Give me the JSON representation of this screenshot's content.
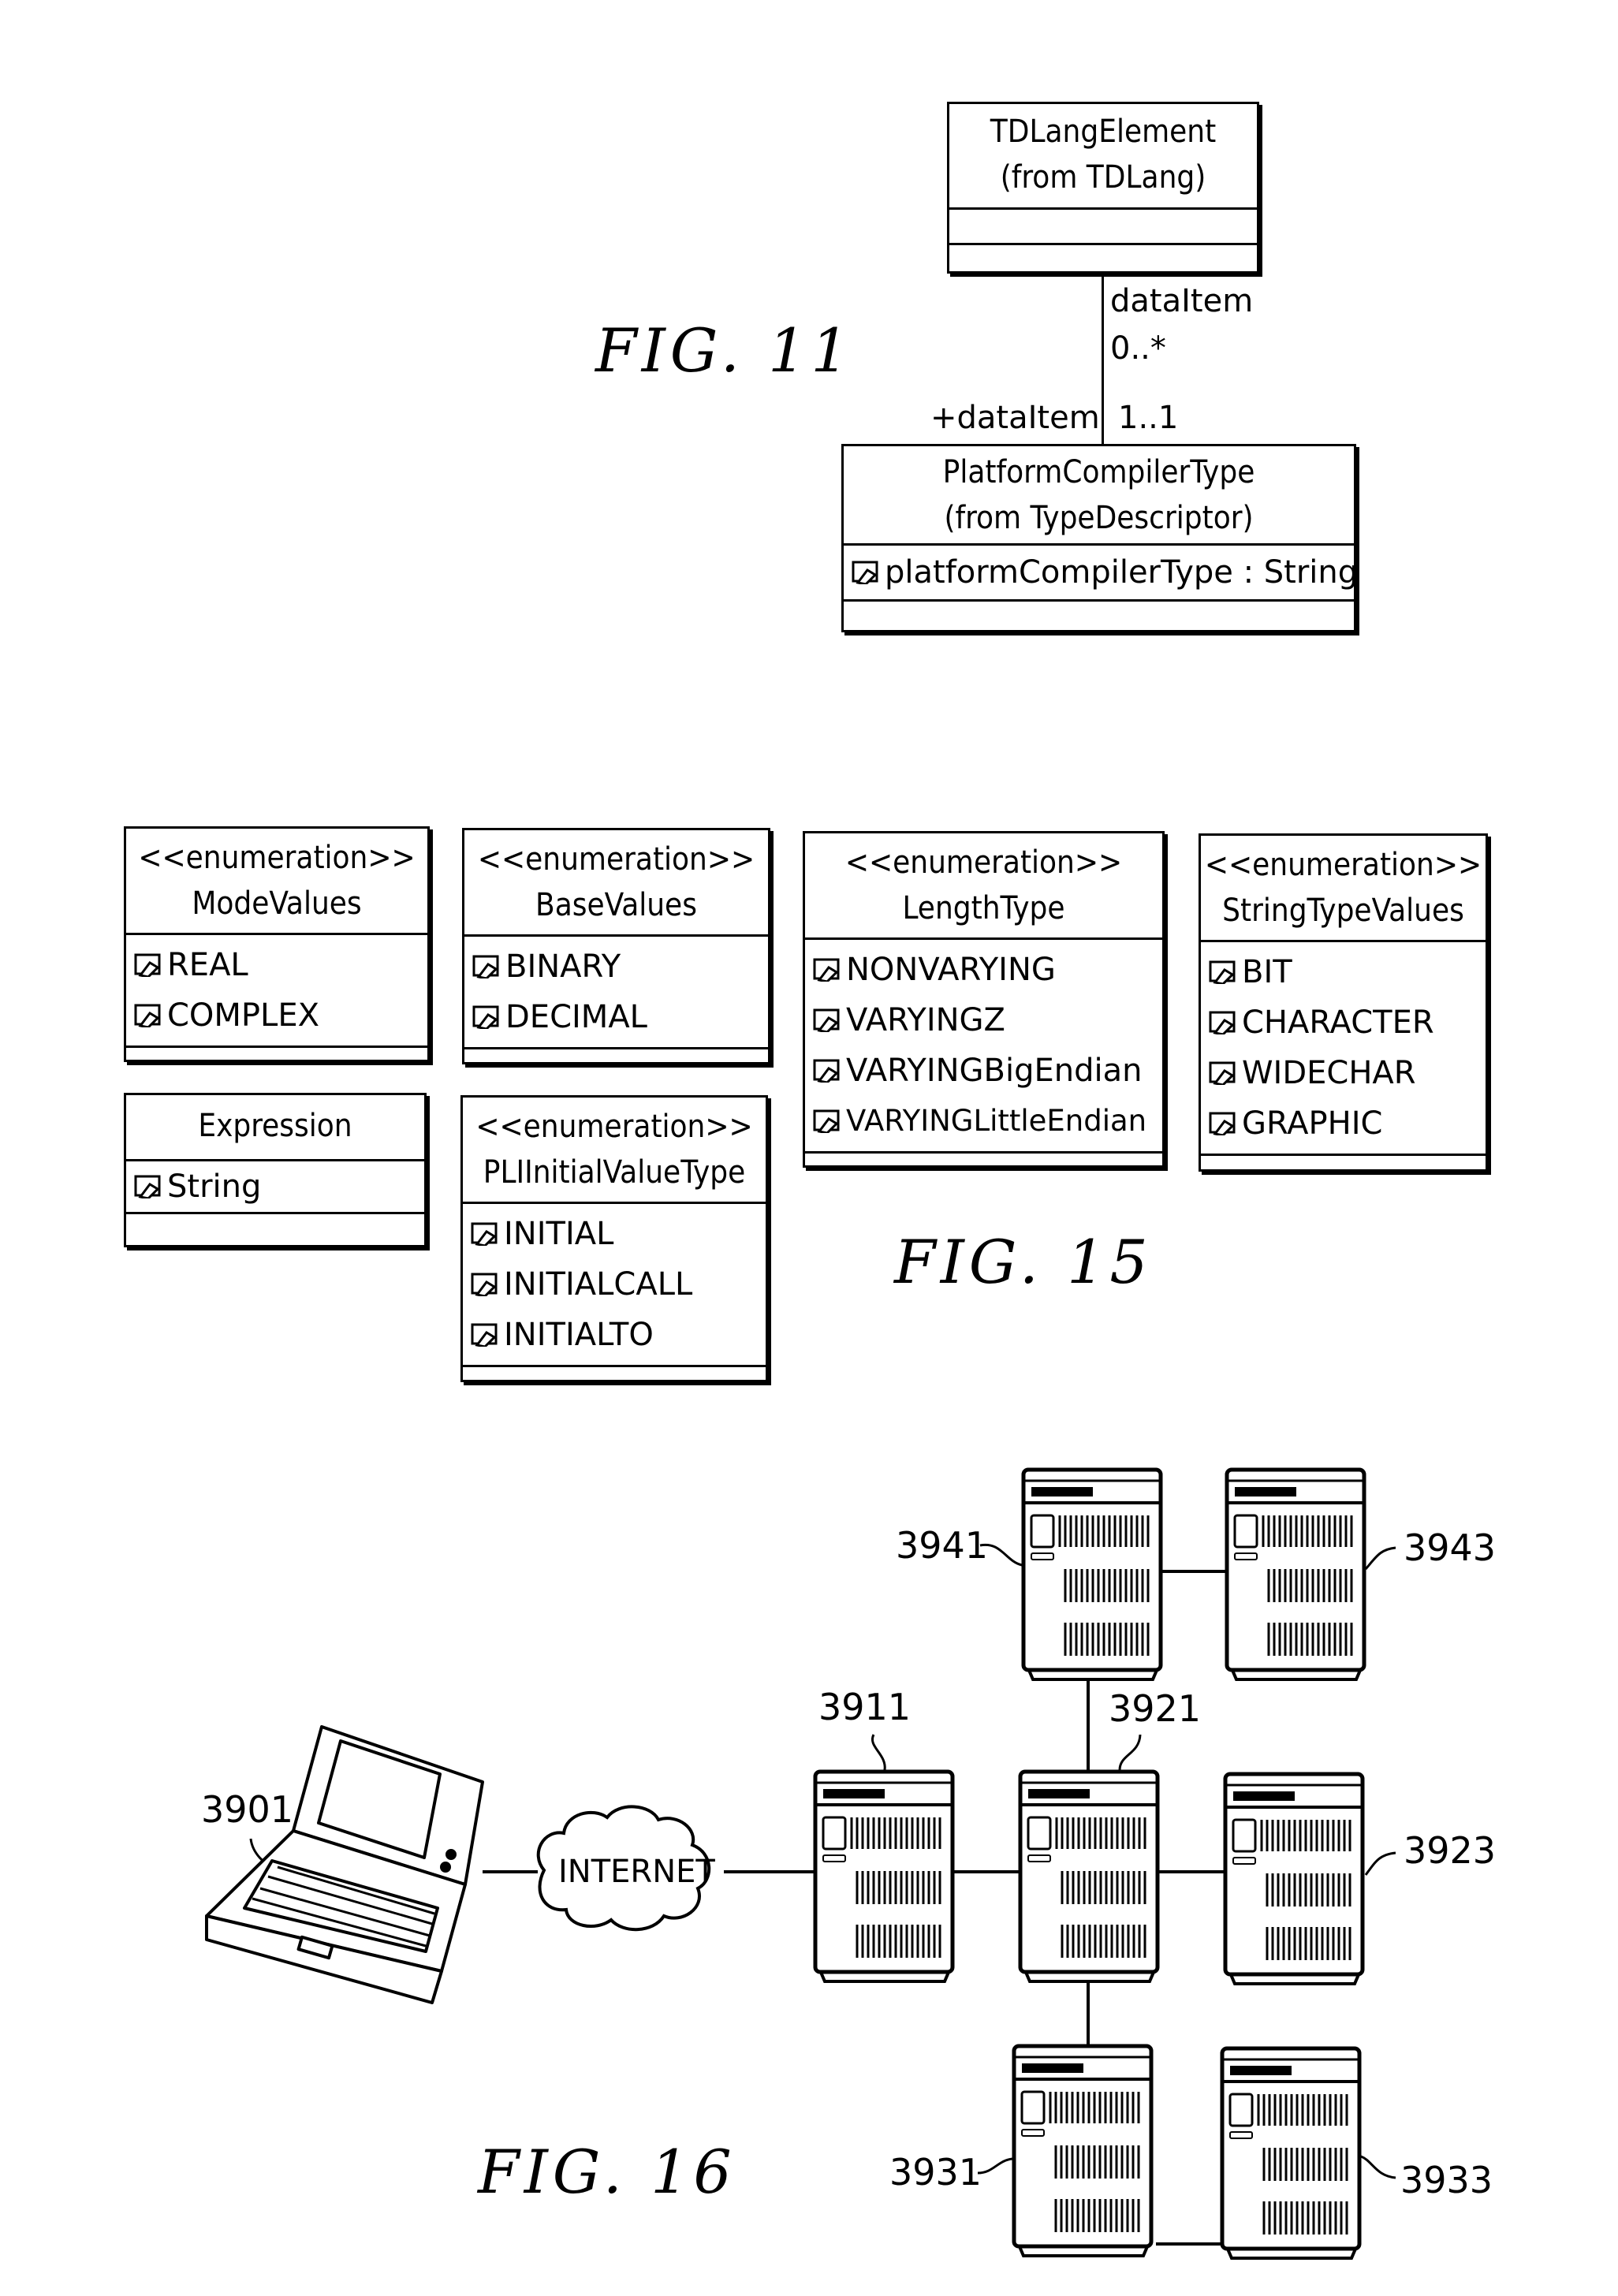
{
  "fig11": {
    "caption": "FIG. 11",
    "top_class": {
      "name": "TDLangElement",
      "package": "(from TDLang)"
    },
    "bottom_class": {
      "name": "PlatformCompilerType",
      "package": "(from TypeDescriptor)",
      "attributes": [
        "platformCompilerType : String"
      ]
    },
    "association": {
      "top_role": "dataItem",
      "top_multiplicity": "0..*",
      "bottom_role": "+dataItem",
      "bottom_multiplicity": "1..1"
    }
  },
  "fig15": {
    "caption": "FIG. 15",
    "classes": [
      {
        "stereotype": "<<enumeration>>",
        "name": "ModeValues",
        "attributes": [
          "REAL",
          "COMPLEX"
        ]
      },
      {
        "stereotype": "<<enumeration>>",
        "name": "BaseValues",
        "attributes": [
          "BINARY",
          "DECIMAL"
        ]
      },
      {
        "stereotype": "<<enumeration>>",
        "name": "LengthType",
        "attributes": [
          "NONVARYING",
          "VARYINGZ",
          "VARYINGBigEndian",
          "VARYINGLittleEndian"
        ]
      },
      {
        "stereotype": "<<enumeration>>",
        "name": "StringTypeValues",
        "attributes": [
          "BIT",
          "CHARACTER",
          "WIDECHAR",
          "GRAPHIC"
        ]
      },
      {
        "stereotype": "",
        "name": "Expression",
        "attributes": [
          "String"
        ]
      },
      {
        "stereotype": "<<enumeration>>",
        "name": "PLIInitialValueType",
        "attributes": [
          "INITIAL",
          "INITIALCALL",
          "INITIALTO"
        ]
      }
    ]
  },
  "fig16": {
    "caption": "FIG. 16",
    "cloud_label": "INTERNET",
    "nodes": {
      "laptop": "3901",
      "s3911": "3911",
      "s3921": "3921",
      "s3923": "3923",
      "s3931": "3931",
      "s3933": "3933",
      "s3941": "3941",
      "s3943": "3943"
    }
  }
}
